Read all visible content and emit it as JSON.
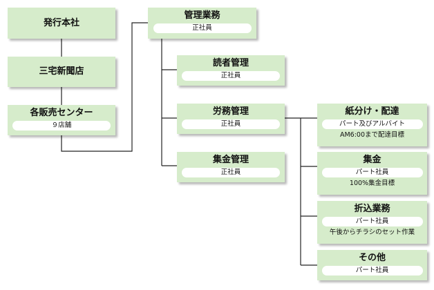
{
  "nodes": {
    "hq": {
      "title": "発行本社"
    },
    "store": {
      "title": "三宅新聞店"
    },
    "centers": {
      "title": "各販売センター",
      "pill": "９店舗"
    },
    "admin": {
      "title": "管理業務",
      "pill": "正社員"
    },
    "reader": {
      "title": "読者管理",
      "pill": "正社員"
    },
    "labor": {
      "title": "労務管理",
      "pill": "正社員"
    },
    "collect_mgmt": {
      "title": "集金管理",
      "pill": "正社員"
    },
    "paper": {
      "title": "紙分け・配達",
      "pill": "パート及びアルバイト",
      "note": "AM6:00まで配達目標"
    },
    "collect": {
      "title": "集金",
      "pill": "パート社員",
      "note": "100%集金目標"
    },
    "insert": {
      "title": "折込業務",
      "pill": "パート社員",
      "note": "午後からチラシのセット作業"
    },
    "other": {
      "title": "その他",
      "pill": "パート社員"
    }
  }
}
